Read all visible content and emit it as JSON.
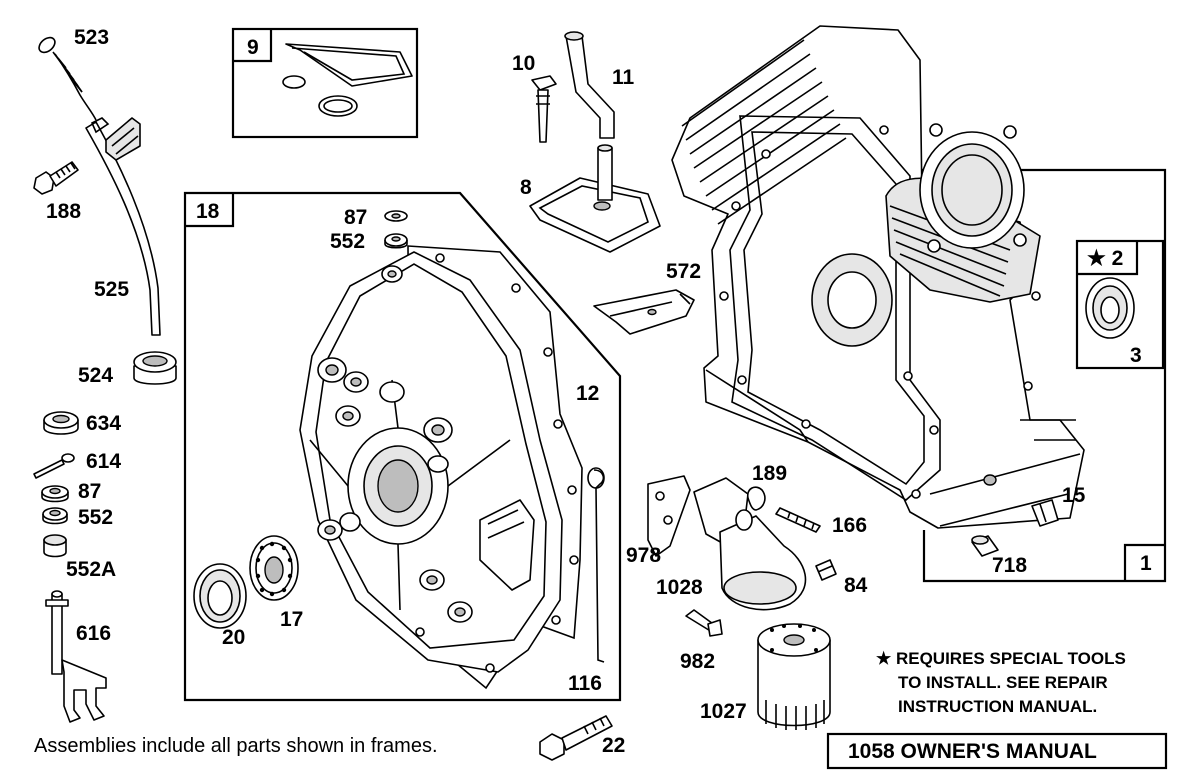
{
  "diagram": {
    "part_numbers": {
      "p523": "523",
      "p188": "188",
      "p525": "525",
      "p524": "524",
      "p634": "634",
      "p614": "614",
      "p87a": "87",
      "p552a": "552",
      "p552A": "552A",
      "p616": "616",
      "p9": "9",
      "p10": "10",
      "p11": "11",
      "p8": "8",
      "p18": "18",
      "p87b": "87",
      "p552b": "552",
      "p572": "572",
      "p12": "12",
      "p20": "20",
      "p17": "17",
      "p116": "116",
      "p22": "22",
      "p2": "2",
      "p3": "3",
      "p189": "189",
      "p166": "166",
      "p15": "15",
      "p978": "978",
      "p1028": "1028",
      "p84": "84",
      "p718": "718",
      "p1": "1",
      "p982": "982",
      "p1027": "1027"
    },
    "star_glyph": "★",
    "special_tools_note": {
      "line1": "★ REQUIRES SPECIAL TOOLS",
      "line2": "TO INSTALL.  SEE REPAIR",
      "line3": "INSTRUCTION MANUAL."
    },
    "assemblies_note": "Assemblies include all parts shown in frames.",
    "manual_label": "1058 OWNER'S MANUAL"
  }
}
